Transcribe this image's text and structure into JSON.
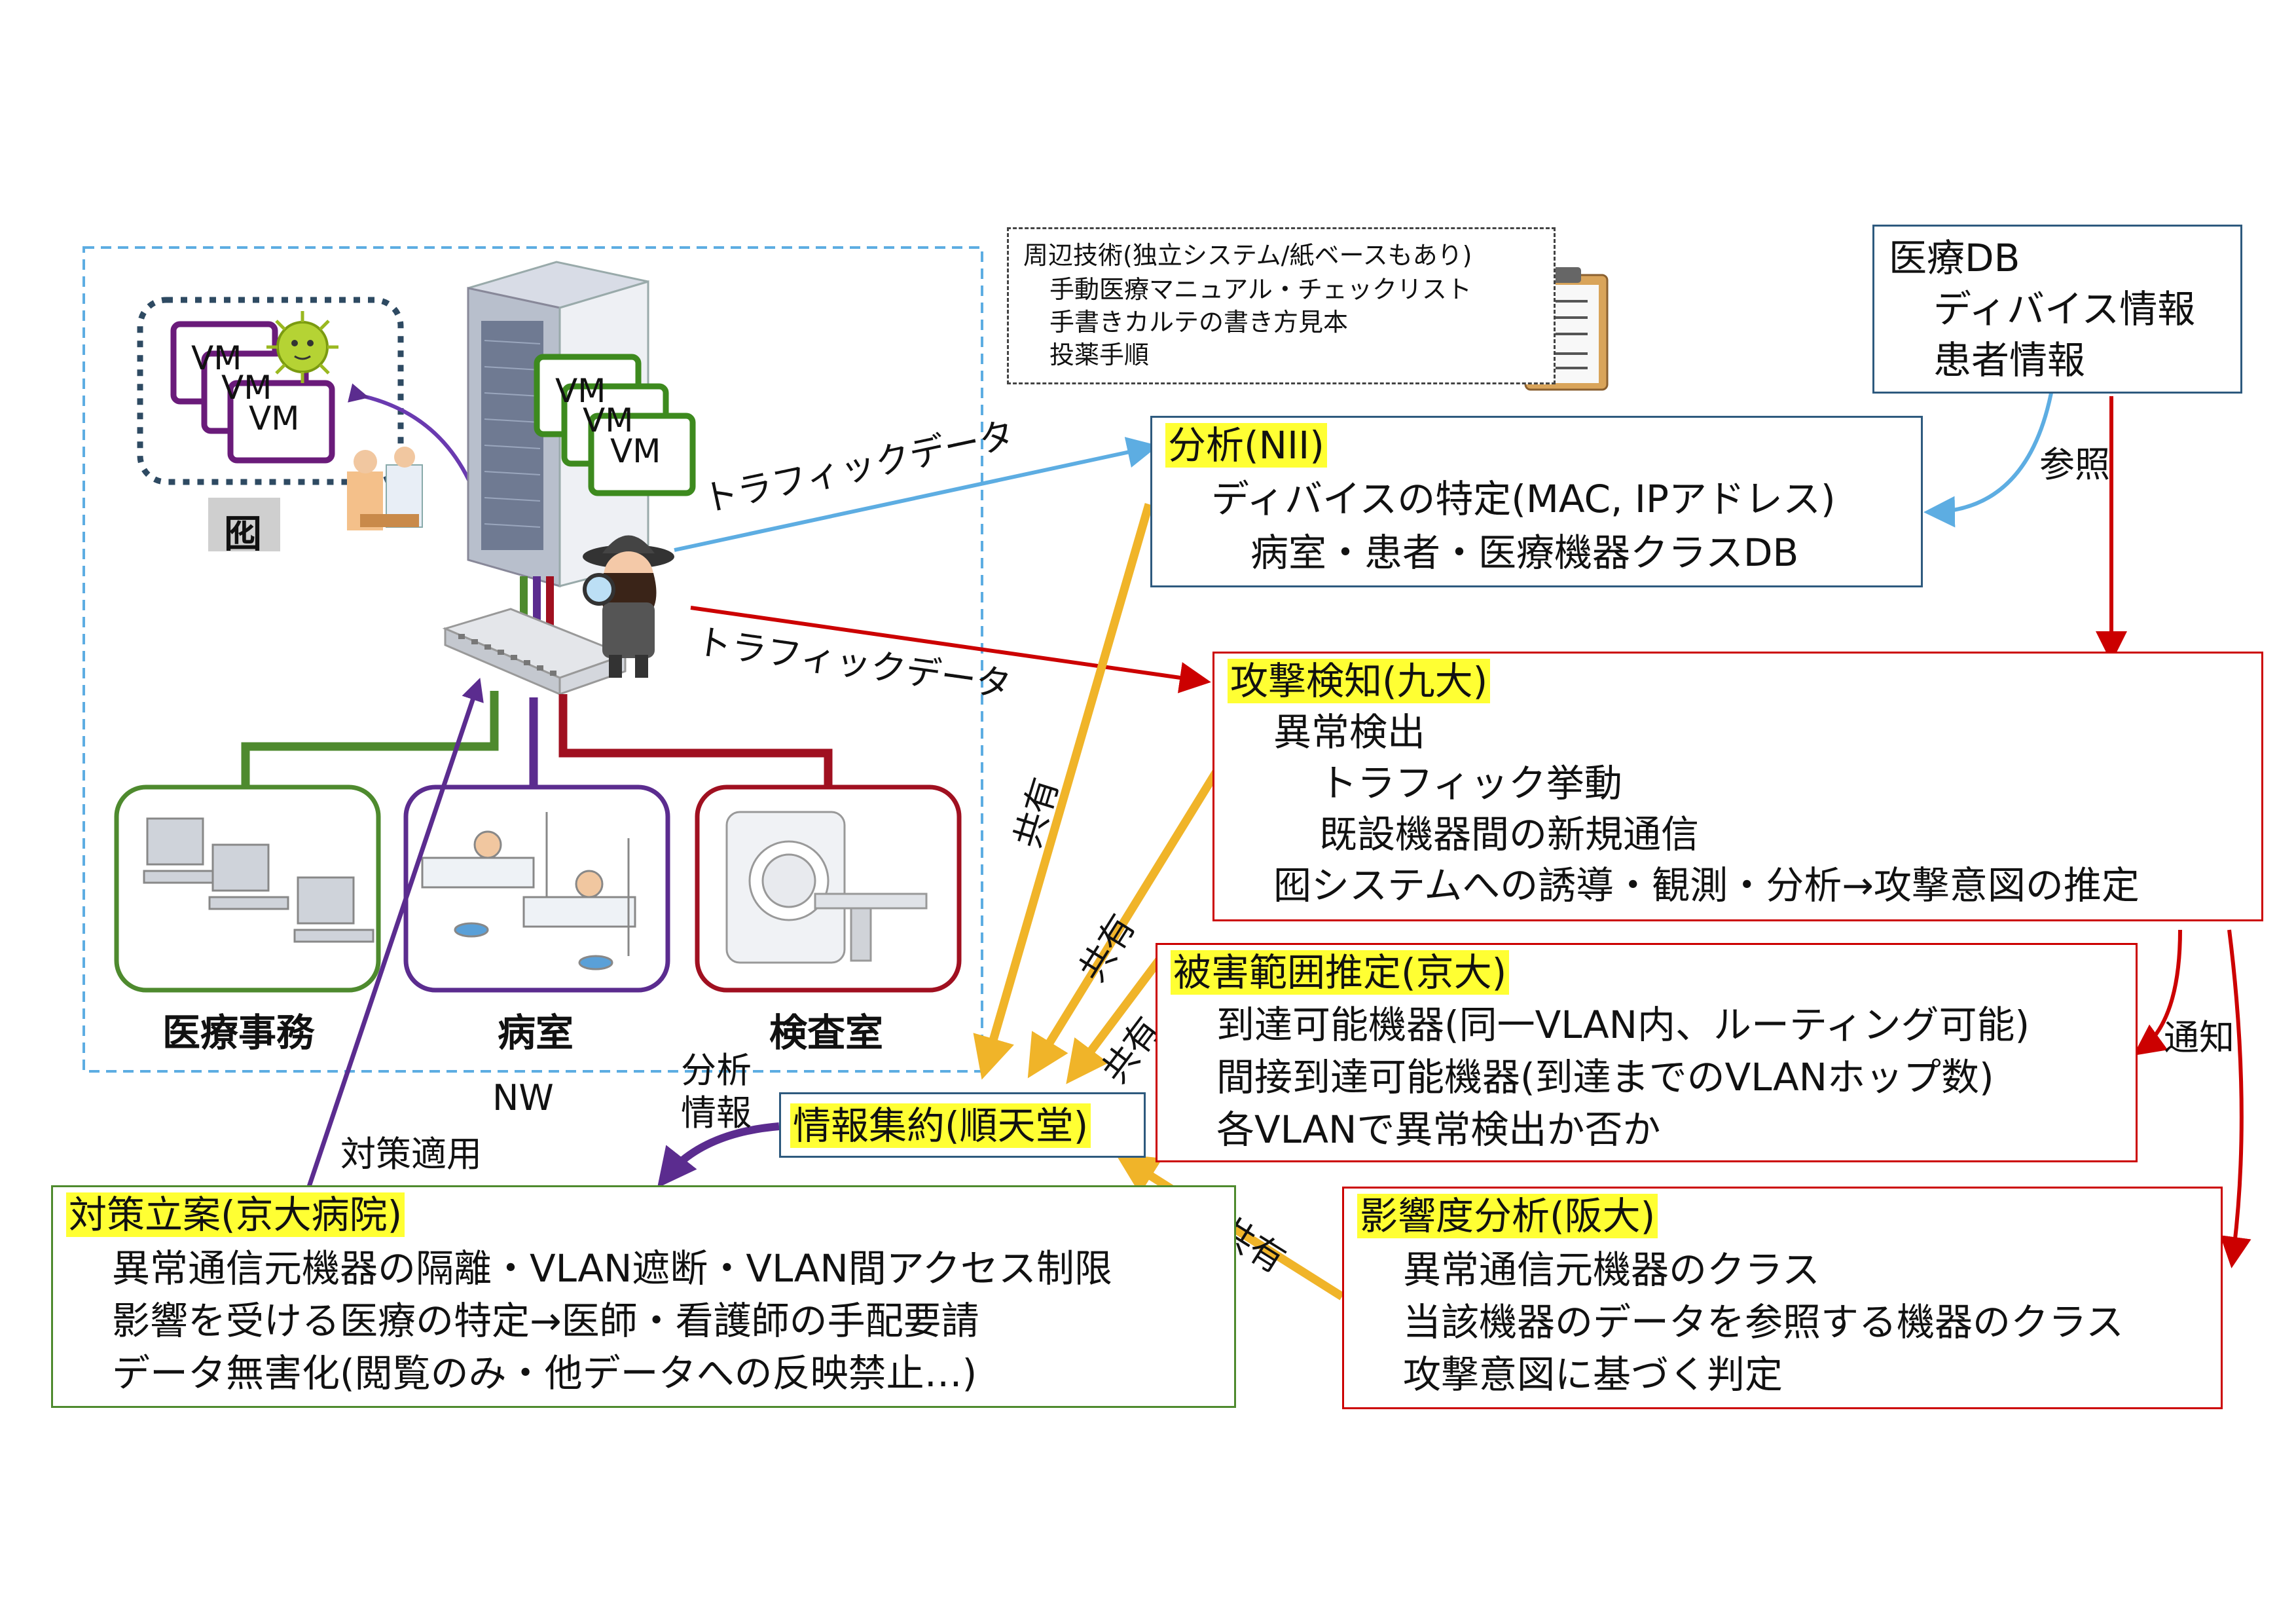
{
  "periphery": {
    "lines": [
      "周辺技術(独立システム/紙ベースもあり)",
      "手動医療マニュアル・チェックリスト",
      "手書きカルテの書き方見本",
      "投薬手順"
    ]
  },
  "medical_db": {
    "lines": [
      "医療DB",
      "ディバイス情報",
      "患者情報"
    ]
  },
  "analysis_box": {
    "title": "分析(NII)",
    "lines": [
      "ディバイスの特定(MAC, IPアドレス)",
      "病室・患者・医療機器クラスDB"
    ]
  },
  "attack_box": {
    "title": "攻撃検知(九大)",
    "lines": [
      "異常検出",
      "トラフィック挙動",
      "既設機器間の新規通信",
      "囮システムへの誘導・観測・分析→攻撃意図の推定"
    ]
  },
  "damage_box": {
    "title": "被害範囲推定(京大)",
    "lines": [
      "到達可能機器(同一VLAN内、ルーティング可能)",
      "間接到達可能機器(到達までのVLANホップ数)",
      "各VLANで異常検出か否か"
    ]
  },
  "impact_box": {
    "title": "影響度分析(阪大)",
    "lines": [
      "異常通信元機器のクラス",
      "当該機器のデータを参照する機器のクラス",
      "攻撃意図に基づく判定"
    ]
  },
  "aggregate_box": {
    "title": "情報集約(順天堂)"
  },
  "plan_box": {
    "title": "対策立案(京大病院)",
    "lines": [
      "異常通信元機器の隔離・VLAN遮断・VLAN間アクセス制限",
      "影響を受ける医療の特定→医師・看護師の手配要請",
      "データ無害化(閲覧のみ・他データへの反映禁止…)"
    ]
  },
  "labels": {
    "traffic1": "トラフィックデータ",
    "traffic2": "トラフィックデータ",
    "ref": "参照",
    "notify": "通知",
    "share1": "共有",
    "share2": "共有",
    "share3": "共有",
    "share4": "共有",
    "analysis_info_1": "分析",
    "analysis_info_2": "情報",
    "apply": "対策適用",
    "nw": "NW",
    "decoy": "囮",
    "vm": "VM",
    "dept_office": "医療事務",
    "dept_ward": "病室",
    "dept_exam": "検査室"
  },
  "colors": {
    "blue": "#5dade2",
    "red": "#cc0000",
    "yellow": "#f0b429",
    "purple": "#5b2c8f",
    "green": "#4e8a2e",
    "dark_red": "#a01020",
    "highlight": "#ffff33"
  }
}
